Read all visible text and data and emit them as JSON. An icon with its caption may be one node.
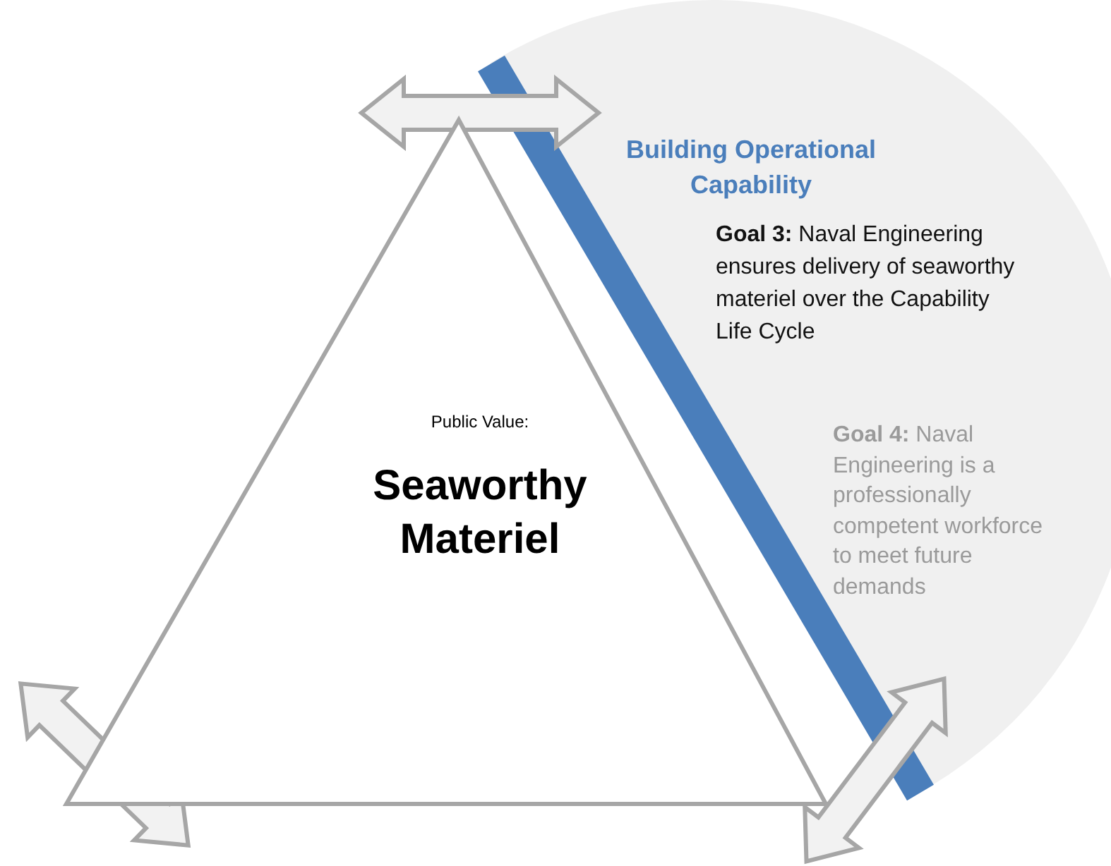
{
  "diagram": {
    "nodes": [
      {
        "text": [
          "Public Value:",
          "Seaworthy Materiel"
        ]
      }
    ],
    "edges": [],
    "labels": [
      "Building Operational Capability",
      "**Goal 3:** Naval Engineering ensures delivery of seaworthy materiel over the Capability Life Cycle",
      "**Goal 4:** Naval Engineering is a professionally competent workforce to meet future demands"
    ]
  }
}
